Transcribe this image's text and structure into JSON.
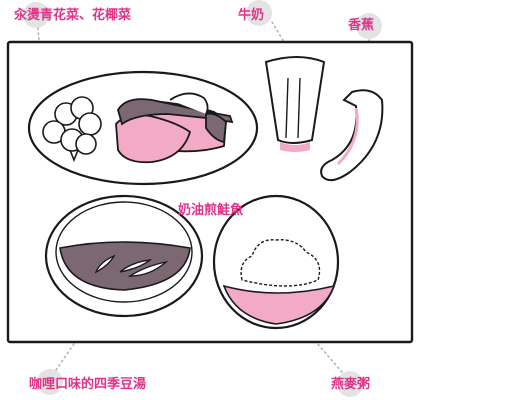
{
  "colors": {
    "accent": "#e0338a",
    "pink_fill": "#f2aac6",
    "bubble": "#e3e3e3",
    "outline": "#1a1a1a",
    "soup": "#7b6872",
    "leader": "#b5b5b5"
  },
  "labels": {
    "vegetables": "汆燙青花菜、花椰菜",
    "milk": "牛奶",
    "banana": "香蕉",
    "salmon": "奶油煎鮭魚",
    "soup": "咖哩口味的四季豆湯",
    "oatmeal": "燕麥粥"
  }
}
